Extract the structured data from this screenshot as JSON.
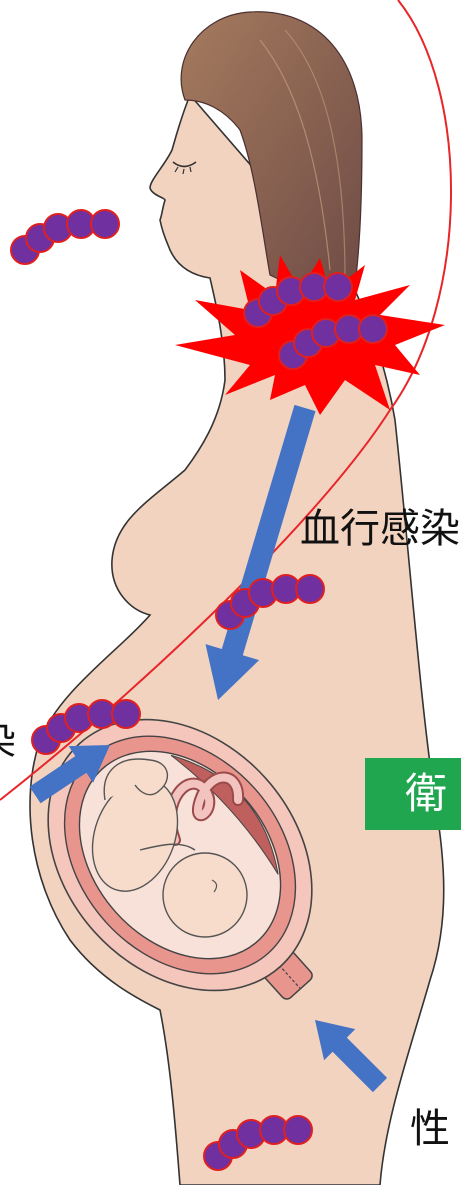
{
  "labels": {
    "hematogenous": "血行感染",
    "hygiene_box": "衛",
    "genital": "性",
    "left_edge": "染"
  },
  "colors": {
    "skin": "#F2D3C0",
    "hair_light": "#A57B5E",
    "hair_dark": "#6E4A45",
    "uterus_outer": "#F4C6BC",
    "uterus_wall": "#E8958E",
    "cavity": "#F7E1D8",
    "placenta": "#C0605E",
    "fetus": "#F7DBCB",
    "bacteria_fill": "#7030A0",
    "bacteria_outline": "#E02020",
    "arrow": "#4472C4",
    "starburst": "#FF0000",
    "infection_line": "#E8262A",
    "hygiene_box": "#1FA64F"
  },
  "icons": [
    "bacteria-chain-icon",
    "starburst-icon",
    "arrow-icon"
  ]
}
